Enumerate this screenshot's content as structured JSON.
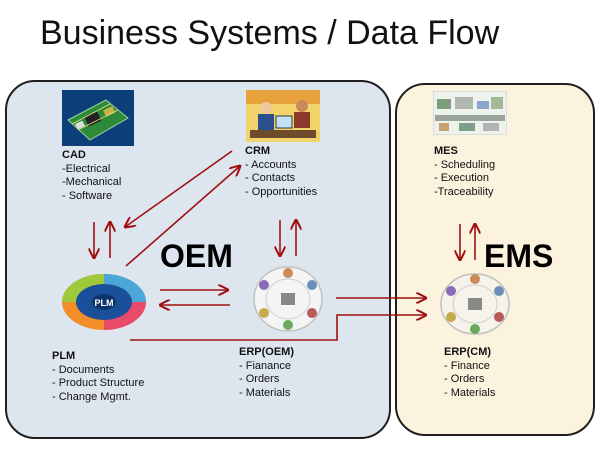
{
  "title": "Business Systems / Data Flow",
  "colors": {
    "arrow": "#a01010",
    "oem_panel": "#dde6ee",
    "ems_panel": "#fbf3de"
  },
  "groups": {
    "oem": "OEM",
    "ems": "EMS"
  },
  "systems": {
    "cad": {
      "name": "CAD",
      "items": [
        "-Electrical",
        "-Mechanical",
        "- Software"
      ],
      "icon": "circuit-board-icon"
    },
    "crm": {
      "name": "CRM",
      "items": [
        "- Accounts",
        "- Contacts",
        "- Opportunities"
      ],
      "icon": "office-meeting-icon"
    },
    "mes": {
      "name": "MES",
      "items": [
        "- Scheduling",
        "- Execution",
        "-Traceability"
      ],
      "icon": "factory-floor-icon"
    },
    "plm": {
      "name": "PLM",
      "items": [
        "- Documents",
        "- Product Structure",
        "- Change Mgmt."
      ],
      "icon": "plm-wheel-icon",
      "logo_text": "PLM"
    },
    "erp_oem": {
      "name": "ERP(OEM)",
      "items": [
        "- Fianance",
        "- Orders",
        "- Materials"
      ],
      "icon": "erp-ring-icon"
    },
    "erp_cm": {
      "name": "ERP(CM)",
      "items": [
        "- Finance",
        "- Orders",
        "- Materials"
      ],
      "icon": "erp-ring-icon"
    }
  }
}
